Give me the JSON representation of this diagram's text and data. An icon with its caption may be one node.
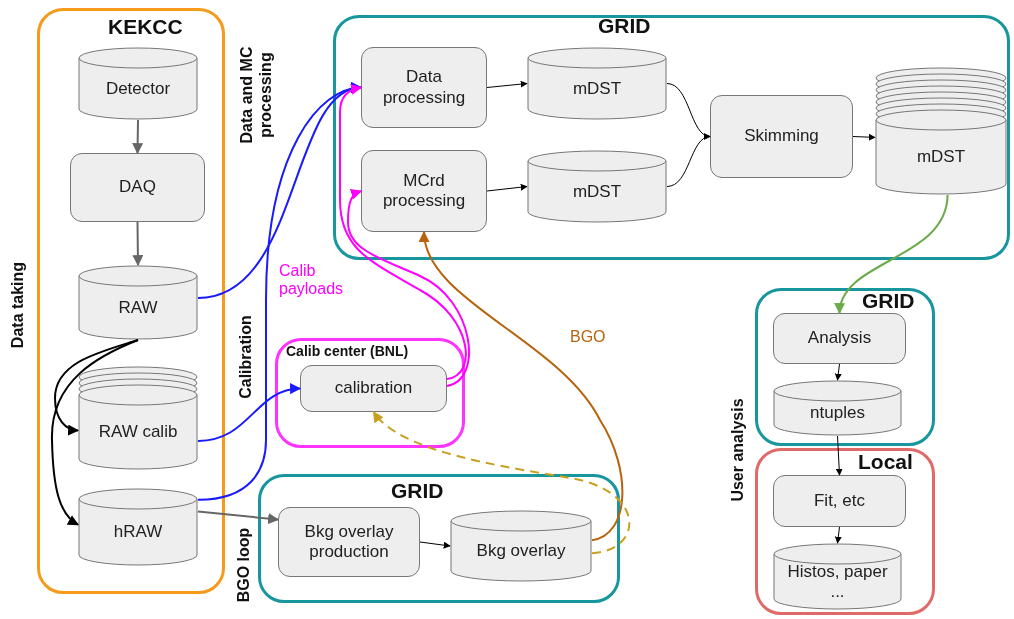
{
  "diagram": {
    "nodes": [
      {
        "text": [
          "KEKCC"
        ]
      },
      {
        "text": [
          "Detector"
        ],
        "in": 0
      },
      {
        "text": [
          "DAQ"
        ],
        "in": 0
      },
      {
        "text": [
          "RAW"
        ],
        "in": 0
      },
      {
        "text": [
          "RAW calib"
        ],
        "in": 0
      },
      {
        "text": [
          "hRAW"
        ],
        "in": 0
      },
      {
        "text": [
          "GRID"
        ]
      },
      {
        "text": [
          "Data processing"
        ],
        "in": 6
      },
      {
        "text": [
          "mDST"
        ],
        "in": 6
      },
      {
        "text": [
          "MCrd processing"
        ],
        "in": 6
      },
      {
        "text": [
          "mDST"
        ],
        "in": 6
      },
      {
        "text": [
          "Skimming"
        ],
        "in": 6
      },
      {
        "text": [
          "mDST"
        ],
        "in": 6
      },
      {
        "text": [
          "Calib center (BNL)"
        ]
      },
      {
        "text": [
          "calibration"
        ],
        "in": 13
      },
      {
        "text": [
          "GRID"
        ]
      },
      {
        "text": [
          "Bkg overlay production"
        ],
        "in": 15
      },
      {
        "text": [
          "Bkg overlay"
        ],
        "in": 15
      },
      {
        "text": [
          "GRID"
        ]
      },
      {
        "text": [
          "Analysis"
        ],
        "in": 18
      },
      {
        "text": [
          "ntuples"
        ],
        "in": 18
      },
      {
        "text": [
          "Local"
        ]
      },
      {
        "text": [
          "Fit, etc"
        ],
        "in": 21
      },
      {
        "text": [
          "Histos, paper ..."
        ],
        "in": 21
      }
    ],
    "edges": [
      {
        "from": 1,
        "to": 2,
        "arrow": "to",
        "color": "#666666"
      },
      {
        "from": 2,
        "to": 3,
        "arrow": "to",
        "color": "#666666"
      },
      {
        "from": 3,
        "to": 4,
        "arrow": "to"
      },
      {
        "from": 3,
        "to": 5,
        "arrow": "to"
      },
      {
        "from": 3,
        "to": 7,
        "arrow": "to",
        "color": "#1a1aff"
      },
      {
        "from": 5,
        "to": 7,
        "arrow": "to",
        "color": "#1a1aff"
      },
      {
        "from": 4,
        "to": 14,
        "arrow": "to",
        "color": "#1a1aff"
      },
      {
        "from": 5,
        "to": 16,
        "arrow": "to",
        "color": "#666666"
      },
      {
        "from": 7,
        "to": 8,
        "arrow": "to"
      },
      {
        "from": 9,
        "to": 10,
        "arrow": "to"
      },
      {
        "from": 8,
        "to": 11,
        "arrow": "to"
      },
      {
        "from": 10,
        "to": 11,
        "arrow": "to"
      },
      {
        "from": 11,
        "to": 12,
        "arrow": "to"
      },
      {
        "from": 14,
        "to": 7,
        "arrow": "to",
        "color": "#ff00ff",
        "label": "Calib payloads"
      },
      {
        "from": 14,
        "to": 9,
        "arrow": "to",
        "color": "#ff00ff"
      },
      {
        "from": 12,
        "to": 19,
        "arrow": "to",
        "color": "#6aaa4a"
      },
      {
        "from": 16,
        "to": 17,
        "arrow": "to"
      },
      {
        "from": 17,
        "to": 9,
        "arrow": "to",
        "color": "#b8620c",
        "label": "BGO"
      },
      {
        "from": 17,
        "to": 14,
        "arrow": "to",
        "color": "#c8a020",
        "style": "dashed"
      },
      {
        "from": 19,
        "to": 20,
        "arrow": "to"
      },
      {
        "from": 20,
        "to": 22,
        "arrow": "to"
      },
      {
        "from": 22,
        "to": 23,
        "arrow": "to"
      }
    ],
    "labels": [
      "Data taking",
      "Data and MC processing",
      "Calibration",
      "BGO loop",
      "User analysis"
    ]
  }
}
